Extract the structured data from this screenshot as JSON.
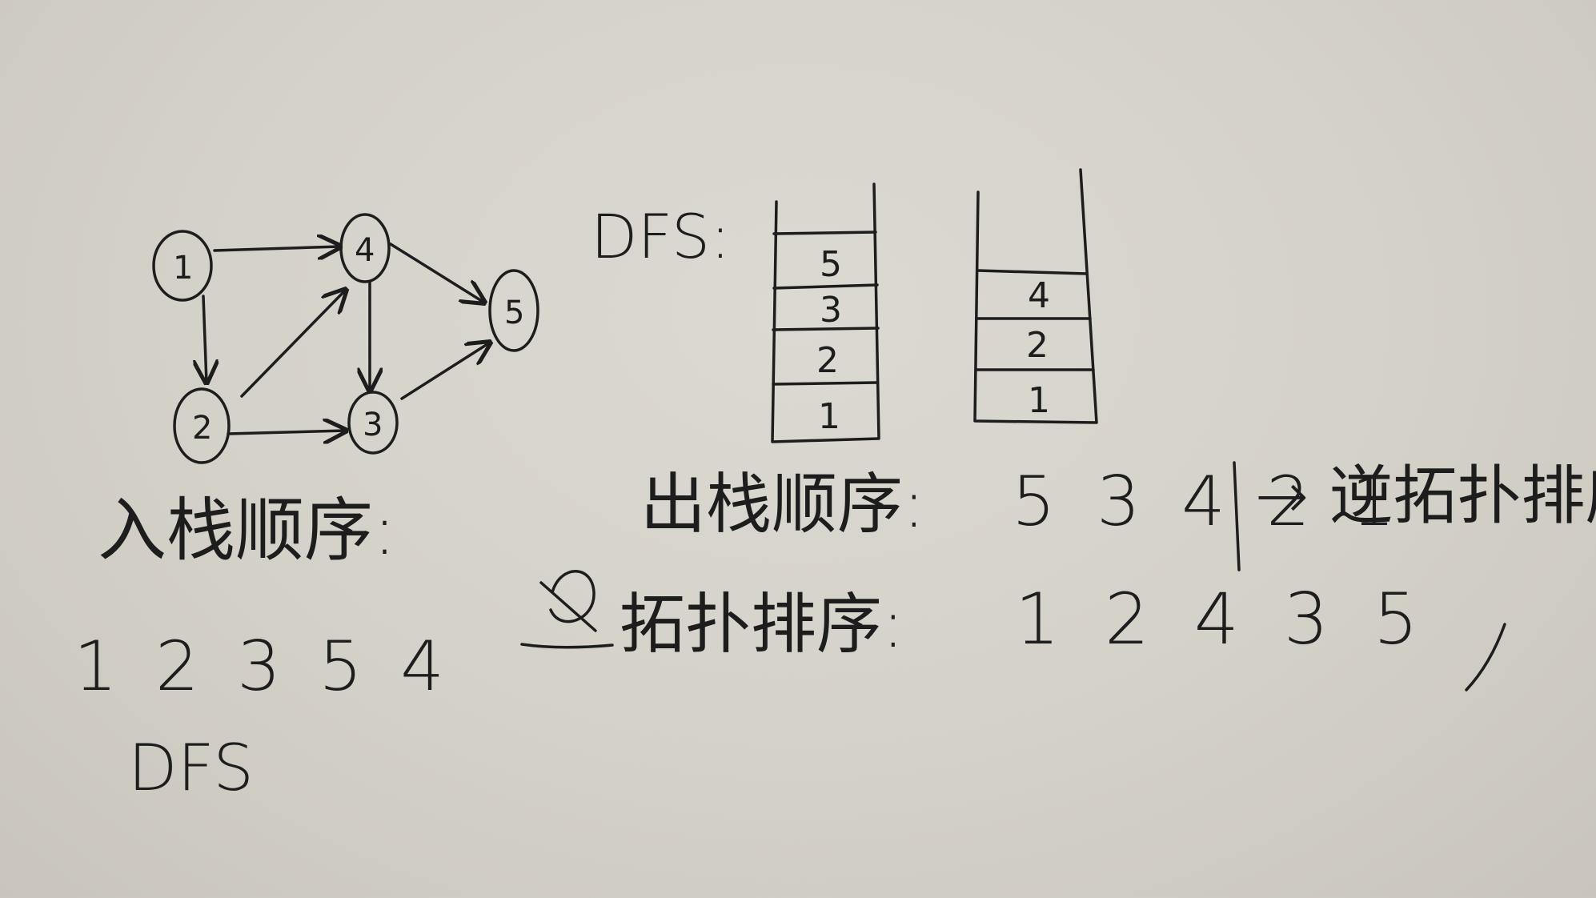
{
  "graph": {
    "nodes": [
      "1",
      "2",
      "3",
      "4",
      "5"
    ],
    "edges": [
      [
        "1",
        "4"
      ],
      [
        "1",
        "2"
      ],
      [
        "2",
        "3"
      ],
      [
        "2",
        "4"
      ],
      [
        "4",
        "3"
      ],
      [
        "4",
        "5"
      ],
      [
        "3",
        "5"
      ]
    ]
  },
  "left": {
    "push_order_label": "入栈顺序:",
    "push_order_values": "1 2 3 5 4",
    "dfs_caption": "DFS"
  },
  "right": {
    "dfs_label": "DFS:",
    "stack1_cells": [
      "5",
      "3",
      "2",
      "1"
    ],
    "stack2_cells": [
      "4",
      "2",
      "1"
    ],
    "pop_order_label": "出栈顺序:",
    "pop_order_values": "5 3 4 2 1",
    "arrow_note": "→ 逆拓扑排序",
    "topo_label": "拓扑排序:",
    "topo_values": "1 2 4 3 5"
  },
  "colors": {
    "ink": "#1d1d1d",
    "paper": "#d6d3cc"
  }
}
